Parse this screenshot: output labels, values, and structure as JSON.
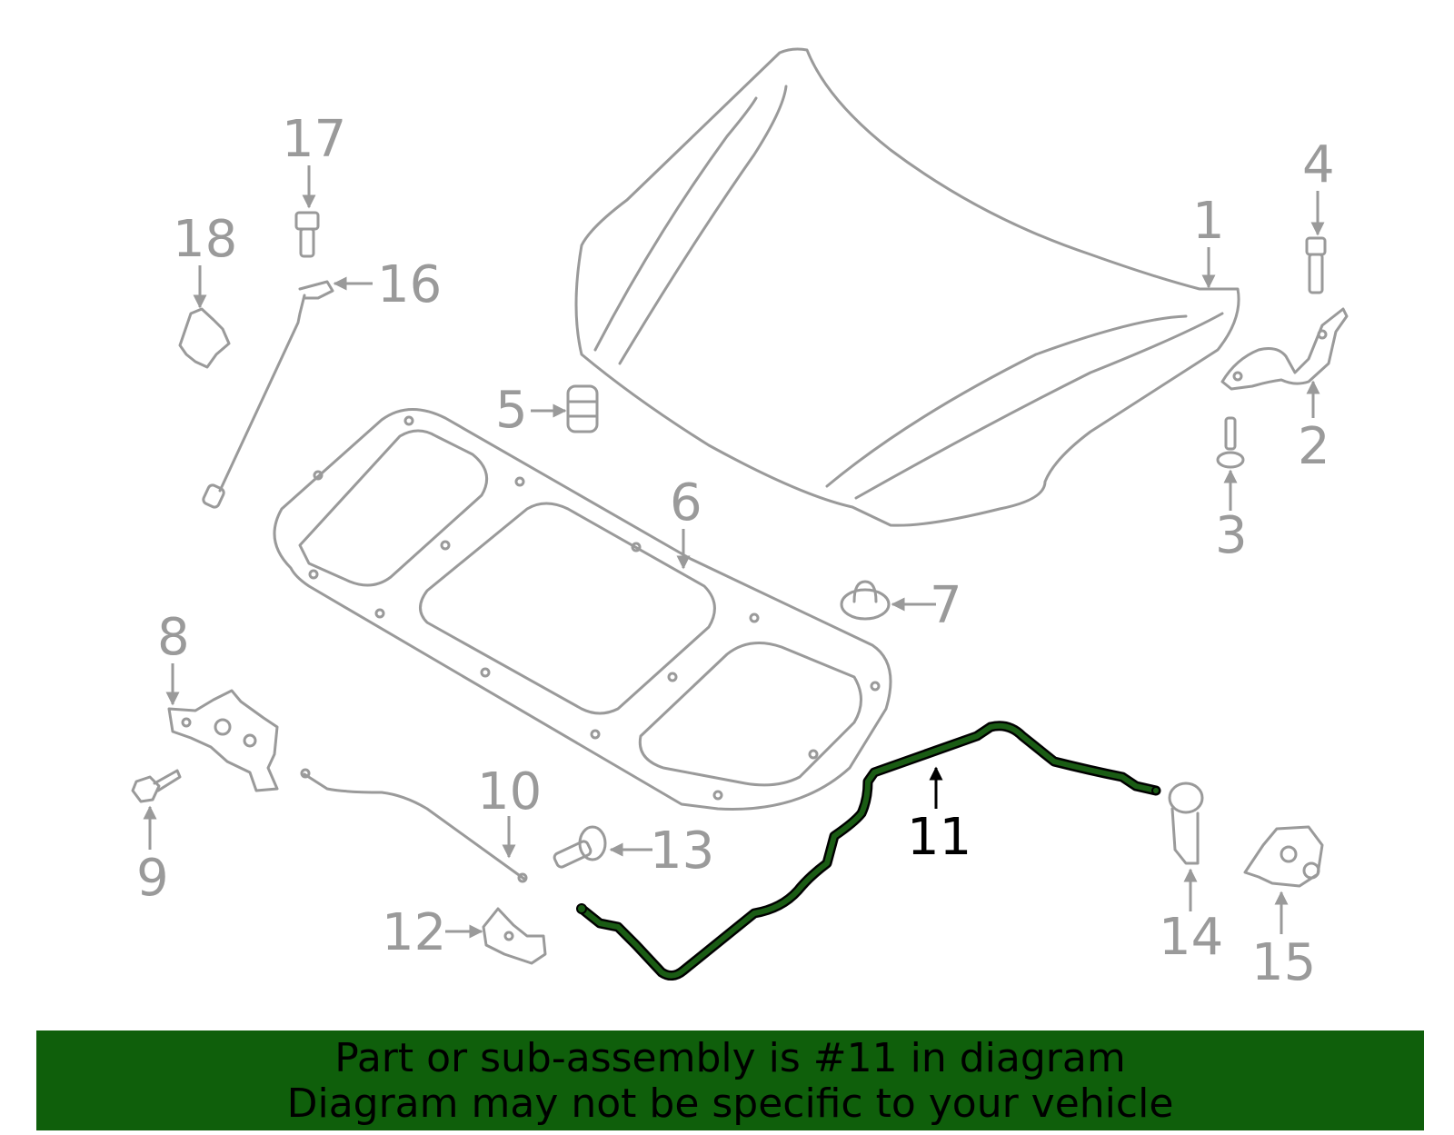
{
  "callouts": [
    {
      "id": "1",
      "label": "1"
    },
    {
      "id": "2",
      "label": "2"
    },
    {
      "id": "3",
      "label": "3"
    },
    {
      "id": "4",
      "label": "4"
    },
    {
      "id": "5",
      "label": "5"
    },
    {
      "id": "6",
      "label": "6"
    },
    {
      "id": "7",
      "label": "7"
    },
    {
      "id": "8",
      "label": "8"
    },
    {
      "id": "9",
      "label": "9"
    },
    {
      "id": "10",
      "label": "10"
    },
    {
      "id": "11",
      "label": "11"
    },
    {
      "id": "12",
      "label": "12"
    },
    {
      "id": "13",
      "label": "13"
    },
    {
      "id": "14",
      "label": "14"
    },
    {
      "id": "15",
      "label": "15"
    },
    {
      "id": "16",
      "label": "16"
    },
    {
      "id": "17",
      "label": "17"
    },
    {
      "id": "18",
      "label": "18"
    }
  ],
  "highlighted_part": "11",
  "colors": {
    "part_stroke": "#9a9a9a",
    "highlight_part": "#1a5c14",
    "banner_bg": "#0f5f0b",
    "banner_text": "#000000"
  },
  "banner": {
    "line1": "Part or sub-assembly is #11 in diagram",
    "line2": "Diagram may not be specific to your vehicle"
  }
}
